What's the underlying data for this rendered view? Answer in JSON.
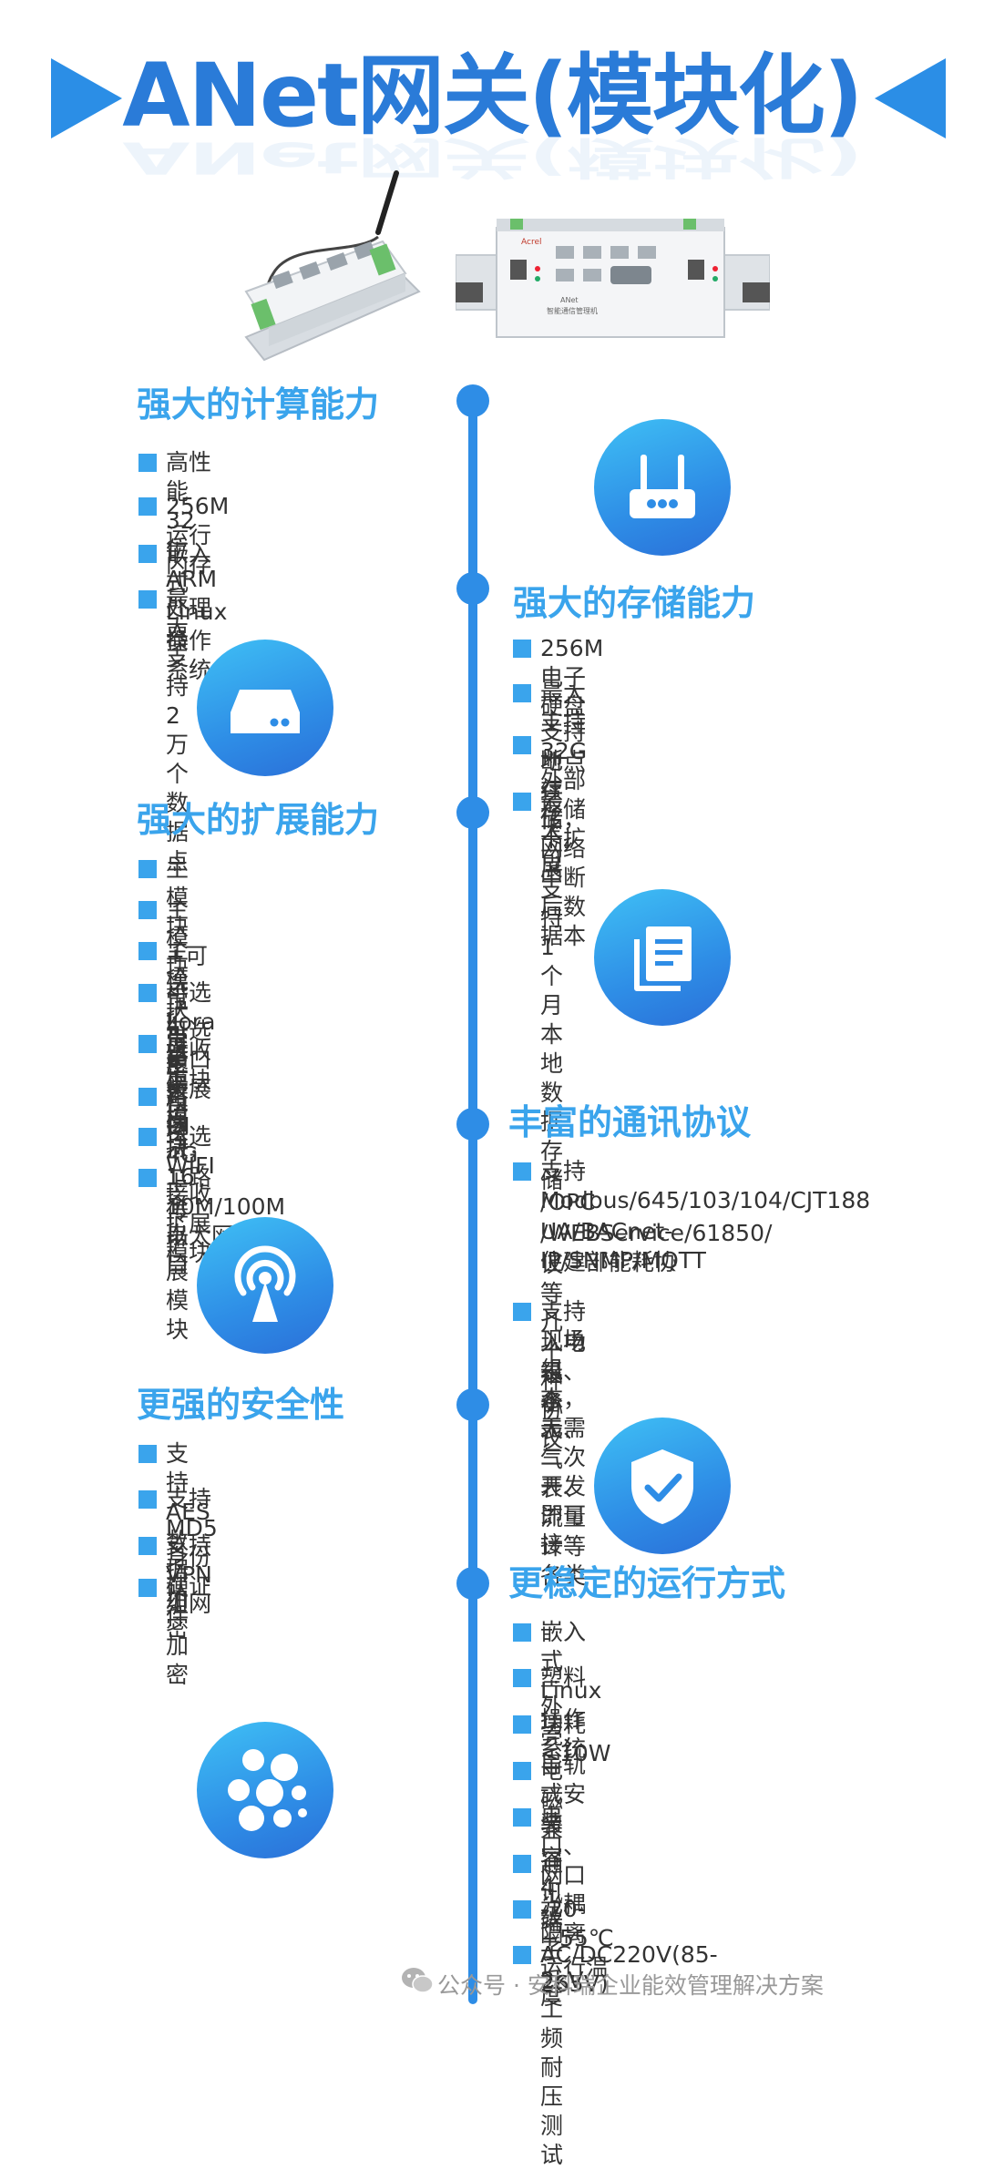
{
  "title": "ANet网关(模块化)",
  "sections": {
    "compute": {
      "title": "强大的计算能力",
      "items": [
        "高性能32位ARM处理器",
        "256M运行内存",
        "嵌入式Linux操作系统",
        "最大支持2万个数据点"
      ]
    },
    "storage": {
      "title": "强大的存储能力",
      "items": [
        "256M电子硬盘",
        "最大支持32G外部存储卡扩展",
        "支持断点续传，网络中断后数据本",
        "地存储",
        "最大可支持1个月本地数据存储"
      ]
    },
    "expansion": {
      "title": "强大的扩展能力",
      "items": [
        "主模块+可选扩展子模块",
        "主模块带4路串口",
        "主模块带8路DI",
        "可选Lora接收模块",
        "可选串口扩展模块，",
        "最大支持16个串口",
        "可选4G上传扩展模块",
        "可选WIFI接收扩展模块",
        "二路10M/100M以太网口"
      ]
    },
    "protocol": {
      "title": "丰富的通讯协议",
      "items": [
        "支持Modbus/645/103/104/CJT188",
        "/OPC UA/BACnet-IP/SNMP/MQTT",
        "/WEBService/61850/住建部能耗协",
        "议等几十种协议",
        "支持现场组态，无需二次开发即可接",
        "入电表、水表、气表、流量计等各类",
        "设备"
      ]
    },
    "security": {
      "title": "更强的安全性",
      "items": [
        "支持AES数据加密",
        "支持MD5身份认证",
        "支持VPN组网",
        "硬件加密"
      ]
    },
    "stability": {
      "title": "更稳定的运行方式",
      "items": [
        "嵌入式Linux操作系统",
        "塑料外壳、导轨式安装",
        "功耗<10W",
        "电磁兼容4级",
        "串口、网口光耦隔离",
        "通讯端子2kV工频耐压测试",
        "-20-+55℃运行温度",
        "AC/DC220V(85-265V)"
      ]
    }
  },
  "device_labels": {
    "brand": "Acrel",
    "model": "ANet",
    "subtitle": "智能通信管理机"
  },
  "footer": "公众号 · 安科瑞企业能效管理解决方案",
  "colors": {
    "accent": "#2e8de6",
    "title": "#2a7bd8",
    "section_title": "#3aa4ec",
    "text": "#333333",
    "footer": "#999999"
  },
  "icons": [
    "router-icon",
    "hard-drive-icon",
    "document-icon",
    "broadcast-tower-icon",
    "shield-check-icon",
    "bubbles-icon",
    "wechat-icon"
  ]
}
